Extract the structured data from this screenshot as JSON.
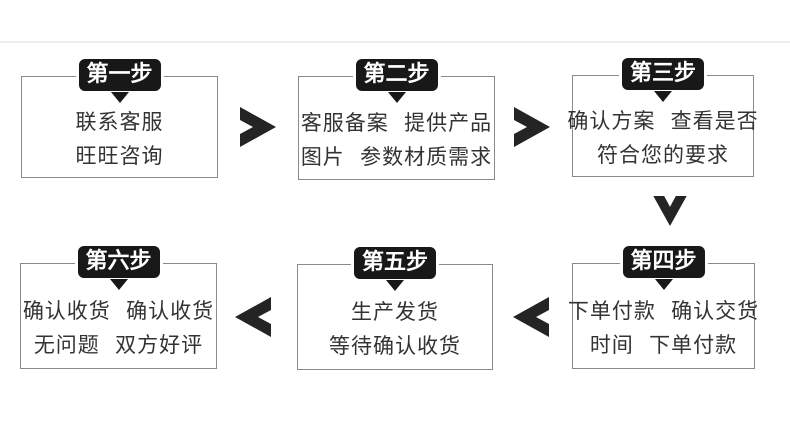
{
  "diagram_title": "order-process-flow",
  "steps": [
    {
      "badge": "第一步",
      "line1": "联系客服",
      "line2": "旺旺咨询"
    },
    {
      "badge": "第二步",
      "line1": "客服备案  提供产品",
      "line2": "图片  参数材质需求"
    },
    {
      "badge": "第三步",
      "line1": "确认方案  查看是否",
      "line2": "符合您的要求"
    },
    {
      "badge": "第四步",
      "line1": "下单付款  确认交货",
      "line2": "时间  下单付款"
    },
    {
      "badge": "第五步",
      "line1": "生产发货",
      "line2": "等待确认收货"
    },
    {
      "badge": "第六步",
      "line1": "确认收货  确认收货",
      "line2": "无问题  双方好评"
    }
  ],
  "flow_order": [
    "第一步",
    "第二步",
    "第三步",
    "第四步",
    "第五步",
    "第六步"
  ],
  "colors": {
    "badge_bg": "#181818",
    "badge_text": "#ffffff",
    "box_border": "#8a8a8a",
    "box_text": "#333333",
    "arrow": "#242424",
    "top_divider": "#f1ede5",
    "background": "#ffffff"
  }
}
